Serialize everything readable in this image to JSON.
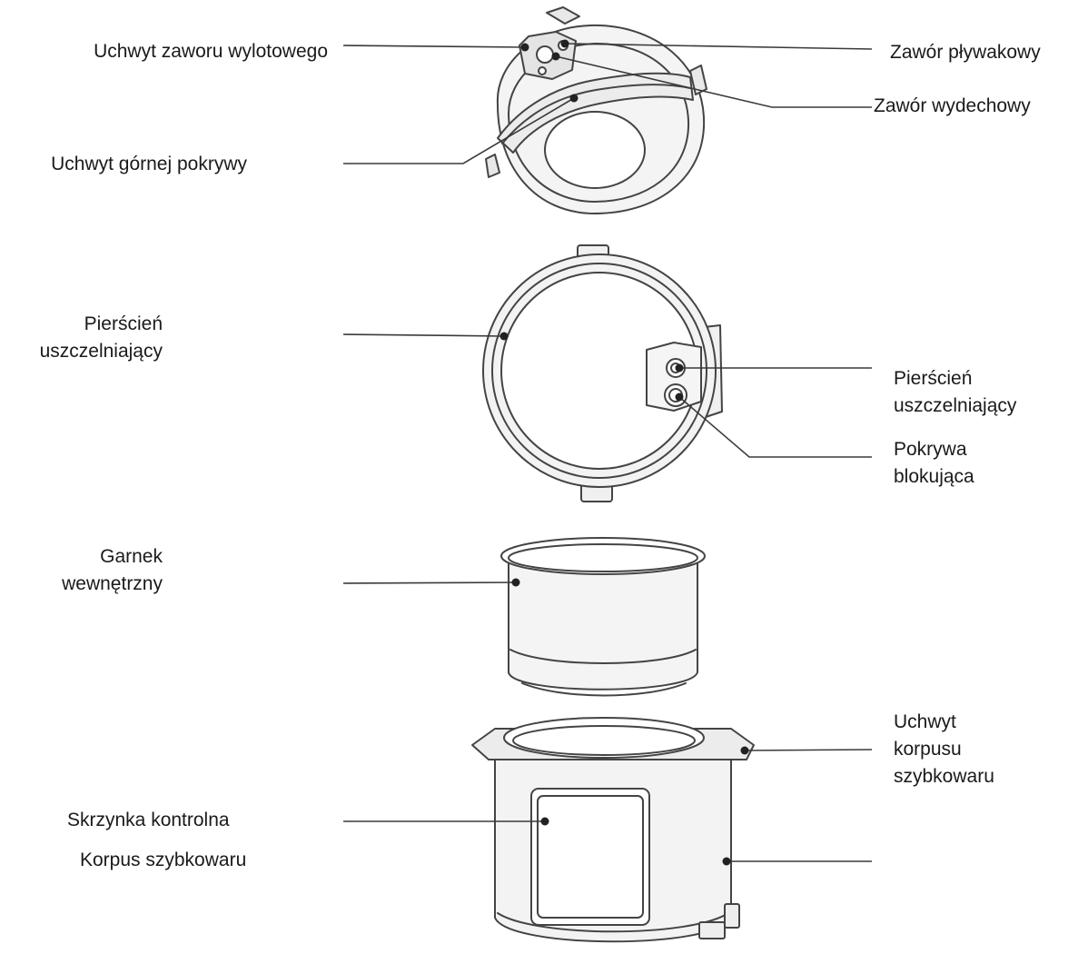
{
  "diagram": {
    "line_color": "#3a3a3a",
    "outline_color": "#444444",
    "fill_color": "#f2f2f2",
    "labels": {
      "exhaust_valve_handle": "Uchwyt zaworu wylotowego",
      "float_valve": "Zawór pływakowy",
      "steam_valve": "Zawór wydechowy",
      "top_lid_handle": "Uchwyt górnej pokrywy",
      "sealing_ring_left_1": "Pierścień",
      "sealing_ring_left_2": "uszczelniający",
      "sealing_ring_right_1": "Pierścień",
      "sealing_ring_right_2": "uszczelniający",
      "locking_cover_1": "Pokrywa",
      "locking_cover_2": "blokująca",
      "inner_pot_1": "Garnek",
      "inner_pot_2": "wewnętrzny",
      "body_handle_1": "Uchwyt",
      "body_handle_2": "korpusu",
      "body_handle_3": "szybkowaru",
      "control_box": "Skrzynka kontrolna",
      "cooker_body": "Korpus szybkowaru"
    }
  }
}
